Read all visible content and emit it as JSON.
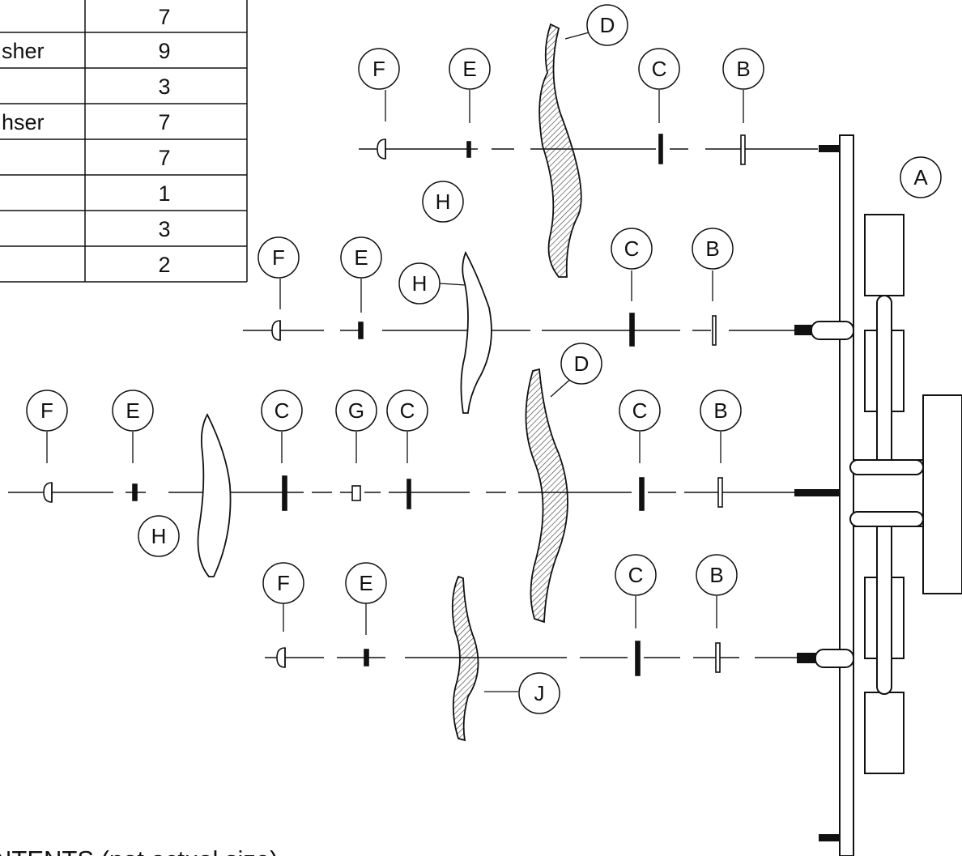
{
  "parts_table": {
    "rows": [
      {
        "name": "",
        "qty": "7"
      },
      {
        "name": "sher",
        "qty": "9"
      },
      {
        "name": "",
        "qty": "3"
      },
      {
        "name": "hser",
        "qty": "7"
      },
      {
        "name": "",
        "qty": "7"
      },
      {
        "name": "",
        "qty": "1"
      },
      {
        "name": "",
        "qty": "3"
      },
      {
        "name": "",
        "qty": "2"
      }
    ]
  },
  "callouts": {
    "A": "A",
    "B": "B",
    "C": "C",
    "D": "D",
    "E": "E",
    "F": "F",
    "G": "G",
    "H": "H",
    "J": "J"
  },
  "caption": "NTENTS (not actual size)",
  "colors": {
    "line": "#111111",
    "hatch": "#555555",
    "background": "#ffffff"
  }
}
